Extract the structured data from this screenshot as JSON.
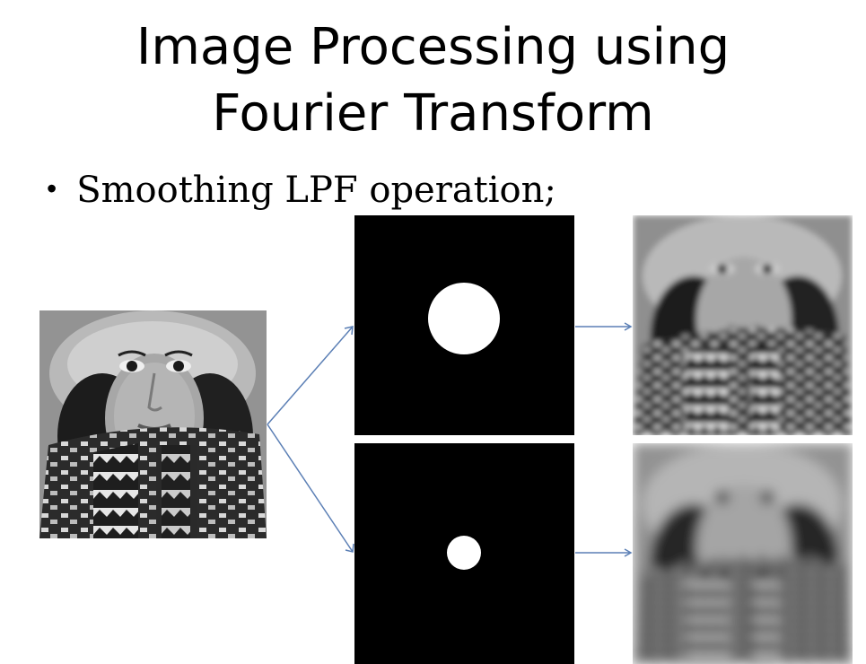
{
  "slide": {
    "title_line1": "Image Processing using",
    "title_line2": "Fourier Transform",
    "bullet_text": "Smoothing LPF operation;"
  },
  "colors": {
    "arrow": "#5b7fb5",
    "mask_bg": "#000000",
    "mask_disk": "#ffffff"
  },
  "images": {
    "original": "woman-in-hat-and-scarf-photo",
    "result_large_cutoff": "blurred-woman-photo",
    "result_small_cutoff": "more-blurred-woman-photo"
  }
}
